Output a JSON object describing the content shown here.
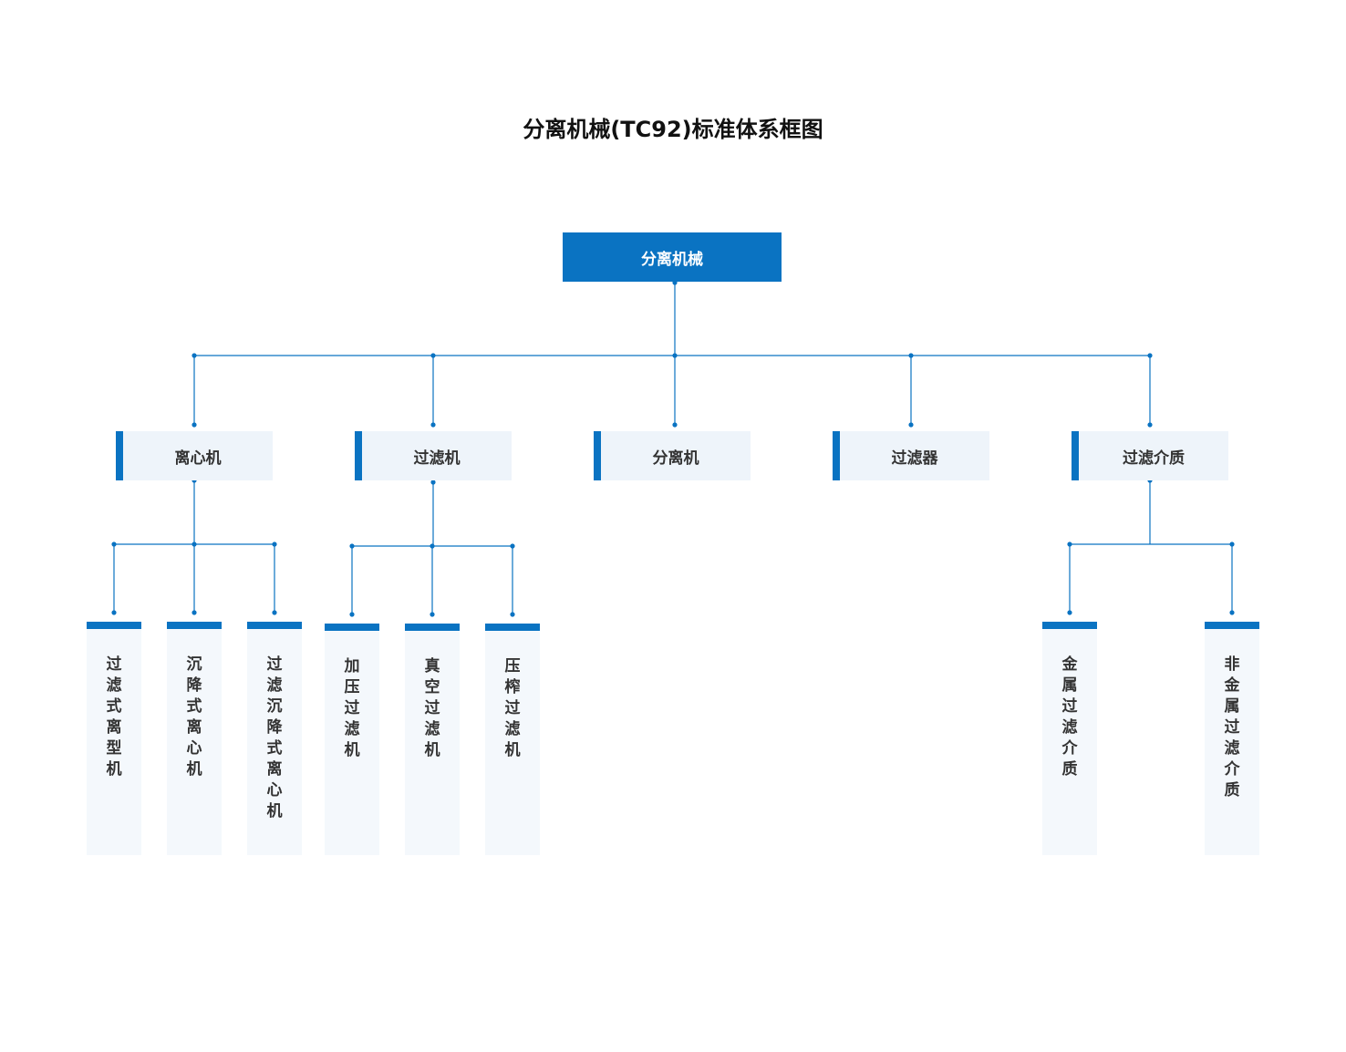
{
  "title": "分离机械(TC92)标准体系框图",
  "colors": {
    "accent": "#0a73c2",
    "box_fill": "#eef4fa",
    "leaf_fill": "#f4f8fc",
    "line": "#0a73c2"
  },
  "root": {
    "label": "分离机械"
  },
  "categories": [
    {
      "label": "离心机",
      "children": [
        "过滤式离型机",
        "沉降式离心机",
        "过滤沉降式离心机"
      ]
    },
    {
      "label": "过滤机",
      "children": [
        "加压过滤机",
        "真空过滤机",
        "压榨过滤机"
      ]
    },
    {
      "label": "分离机",
      "children": []
    },
    {
      "label": "过滤器",
      "children": []
    },
    {
      "label": "过滤介质",
      "children": [
        "金属过滤介质",
        "非金属过滤介质"
      ]
    }
  ]
}
